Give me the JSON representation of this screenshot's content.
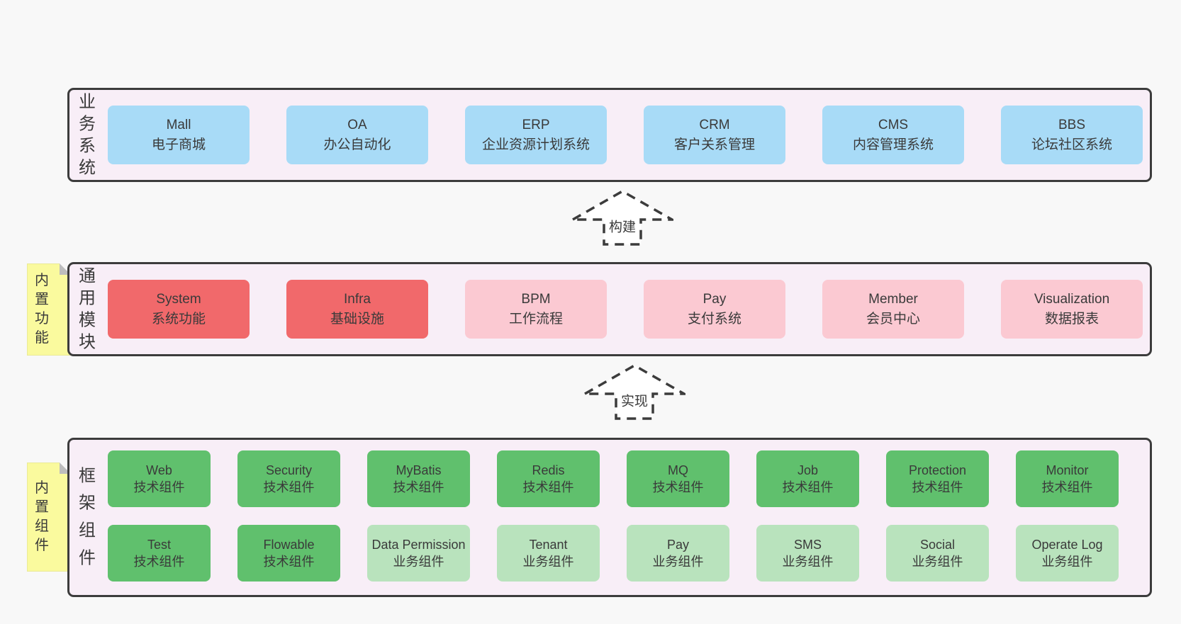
{
  "colors": {
    "background": "#f8f8f8",
    "panel": "#f8eef7",
    "line": "#3c3c3c",
    "text": "#3a3a3a",
    "blue": "#a8dbf7",
    "red": "#f1696b",
    "pink": "#fbc9d2",
    "green_dark": "#60c06d",
    "green_light": "#b9e3bd",
    "yellow": "#fafa9e"
  },
  "arrows": [
    {
      "label": "构建"
    },
    {
      "label": "实现"
    }
  ],
  "layers": [
    {
      "label": "业务系统",
      "boxes": [
        {
          "title": "Mall",
          "subtitle": "电子商城"
        },
        {
          "title": "OA",
          "subtitle": "办公自动化"
        },
        {
          "title": "ERP",
          "subtitle": "企业资源计划系统"
        },
        {
          "title": "CRM",
          "subtitle": "客户关系管理"
        },
        {
          "title": "CMS",
          "subtitle": "内容管理系统"
        },
        {
          "title": "BBS",
          "subtitle": "论坛社区系统"
        }
      ]
    },
    {
      "label": "通用模块",
      "note": "内置功能",
      "boxes": [
        {
          "title": "System",
          "subtitle": "系统功能",
          "variant": "red"
        },
        {
          "title": "Infra",
          "subtitle": "基础设施",
          "variant": "red"
        },
        {
          "title": "BPM",
          "subtitle": "工作流程",
          "variant": "pink"
        },
        {
          "title": "Pay",
          "subtitle": "支付系统",
          "variant": "pink"
        },
        {
          "title": "Member",
          "subtitle": "会员中心",
          "variant": "pink"
        },
        {
          "title": "Visualization",
          "subtitle": "数据报表",
          "variant": "pink"
        }
      ]
    },
    {
      "label": "框架组件",
      "note": "内置组件",
      "rows": [
        [
          {
            "title": "Web",
            "subtitle": "技术组件",
            "variant": "dark"
          },
          {
            "title": "Security",
            "subtitle": "技术组件",
            "variant": "dark"
          },
          {
            "title": "MyBatis",
            "subtitle": "技术组件",
            "variant": "dark"
          },
          {
            "title": "Redis",
            "subtitle": "技术组件",
            "variant": "dark"
          },
          {
            "title": "MQ",
            "subtitle": "技术组件",
            "variant": "dark"
          },
          {
            "title": "Job",
            "subtitle": "技术组件",
            "variant": "dark"
          },
          {
            "title": "Protection",
            "subtitle": "技术组件",
            "variant": "dark"
          },
          {
            "title": "Monitor",
            "subtitle": "技术组件",
            "variant": "dark"
          }
        ],
        [
          {
            "title": "Test",
            "subtitle": "技术组件",
            "variant": "dark"
          },
          {
            "title": "Flowable",
            "subtitle": "技术组件",
            "variant": "dark"
          },
          {
            "title": "Data Permission",
            "subtitle": "业务组件",
            "variant": "light"
          },
          {
            "title": "Tenant",
            "subtitle": "业务组件",
            "variant": "light"
          },
          {
            "title": "Pay",
            "subtitle": "业务组件",
            "variant": "light"
          },
          {
            "title": "SMS",
            "subtitle": "业务组件",
            "variant": "light"
          },
          {
            "title": "Social",
            "subtitle": "业务组件",
            "variant": "light"
          },
          {
            "title": "Operate Log",
            "subtitle": "业务组件",
            "variant": "light"
          }
        ]
      ]
    }
  ]
}
